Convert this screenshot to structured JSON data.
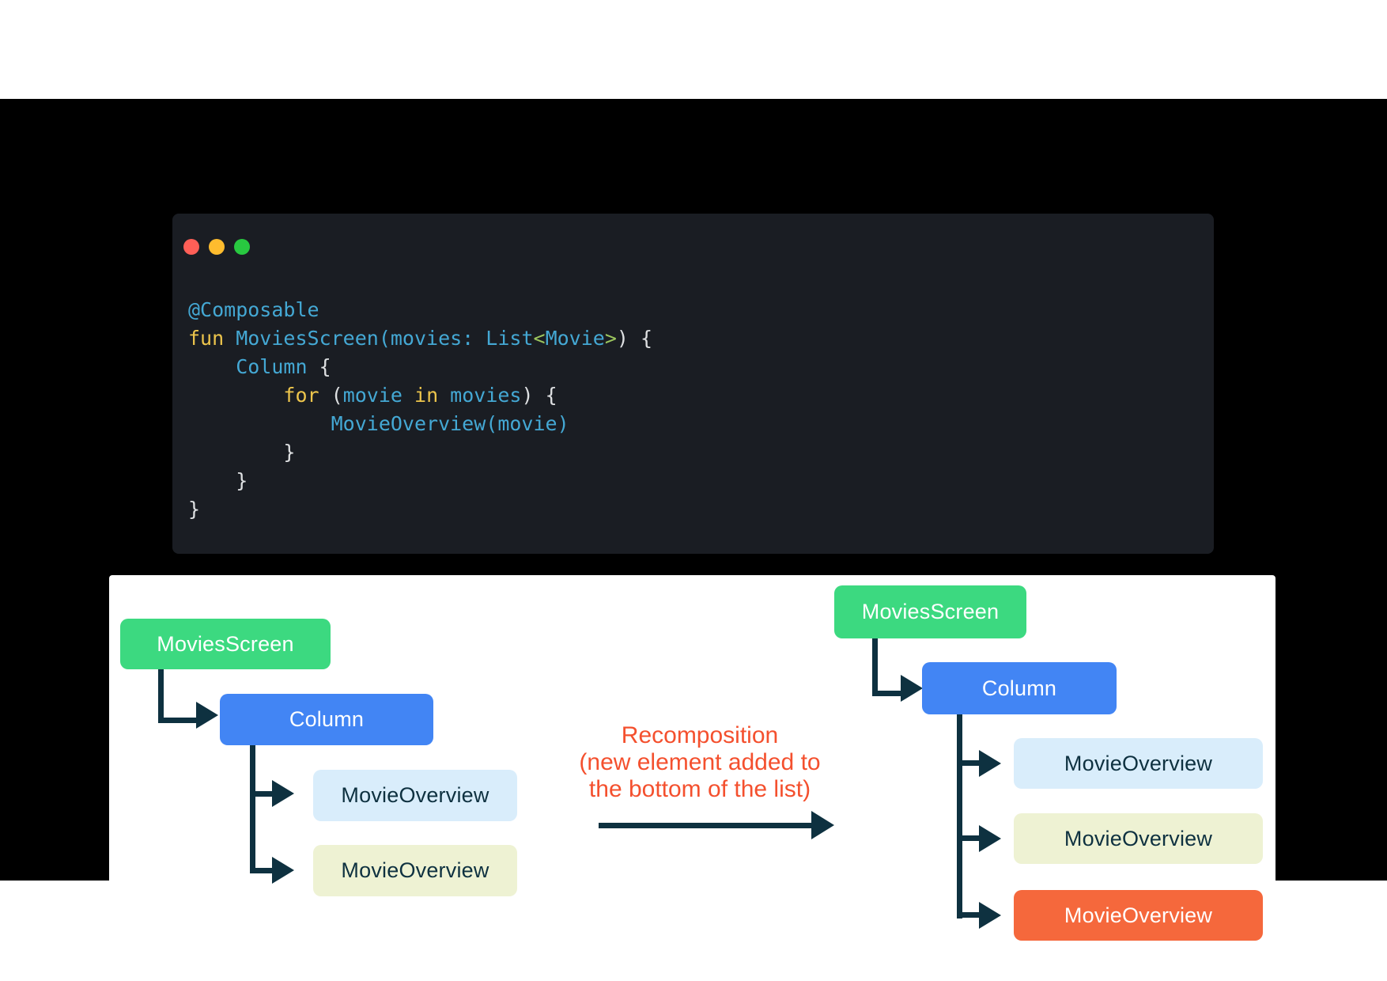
{
  "window": {
    "type": "code-editor-window",
    "controls": [
      {
        "name": "close-button"
      },
      {
        "name": "minimize-button"
      },
      {
        "name": "zoom-button"
      }
    ]
  },
  "code": {
    "language": "kotlin",
    "lines": [
      [
        {
          "t": "@Composable",
          "c": "blue"
        }
      ],
      [
        {
          "t": "fun",
          "c": "yellow"
        },
        {
          "t": " MoviesScreen(movies: List",
          "c": "blue"
        },
        {
          "t": "<",
          "c": "green"
        },
        {
          "t": "Movie",
          "c": "blue"
        },
        {
          "t": ">",
          "c": "green"
        },
        {
          "t": ") {",
          "c": "plain"
        }
      ],
      [
        {
          "t": "    Column",
          "c": "blue"
        },
        {
          "t": " {",
          "c": "plain"
        }
      ],
      [
        {
          "t": "        ",
          "c": "plain"
        },
        {
          "t": "for",
          "c": "yellow"
        },
        {
          "t": " (",
          "c": "plain"
        },
        {
          "t": "movie",
          "c": "blue"
        },
        {
          "t": " ",
          "c": "plain"
        },
        {
          "t": "in",
          "c": "yellow"
        },
        {
          "t": " movies",
          "c": "blue"
        },
        {
          "t": ") {",
          "c": "plain"
        }
      ],
      [
        {
          "t": "            MovieOverview(movie)",
          "c": "blue"
        }
      ],
      [
        {
          "t": "        }",
          "c": "plain"
        }
      ],
      [
        {
          "t": "    }",
          "c": "plain"
        }
      ],
      [
        {
          "t": "}",
          "c": "plain"
        }
      ]
    ]
  },
  "diagram": {
    "left_tree": {
      "nodes": [
        {
          "label": "MoviesScreen",
          "style": "green"
        },
        {
          "label": "Column",
          "style": "blue"
        },
        {
          "label": "MovieOverview",
          "style": "lightblue"
        },
        {
          "label": "MovieOverview",
          "style": "lime"
        }
      ]
    },
    "right_tree": {
      "nodes": [
        {
          "label": "MoviesScreen",
          "style": "green"
        },
        {
          "label": "Column",
          "style": "blue"
        },
        {
          "label": "MovieOverview",
          "style": "lightblue"
        },
        {
          "label": "MovieOverview",
          "style": "lime"
        },
        {
          "label": "MovieOverview",
          "style": "orange"
        }
      ]
    },
    "recomposition": {
      "line1": "Recomposition",
      "line2": "(new element added to",
      "line3": "the bottom of the list)"
    }
  },
  "colors": {
    "page-bg": "#FFFFFF",
    "band-bg": "#000000",
    "code-bg": "#1A1D23",
    "code-blue": "#44A8D4",
    "code-yellow": "#EDC54C",
    "code-green": "#9CC65E",
    "code-plain": "#DEE0E2",
    "light-red": "#FF5F57",
    "light-amber": "#FEBC2E",
    "light-green": "#28C840",
    "node-green": "#3CD980",
    "node-blue": "#4285F4",
    "node-lightblue": "#D9EDFB",
    "node-lime": "#EEF2D3",
    "node-orange": "#F5683C",
    "navy": "#0E3140",
    "accent-text": "#F4502E",
    "panel-bg": "#FFFFFF"
  }
}
